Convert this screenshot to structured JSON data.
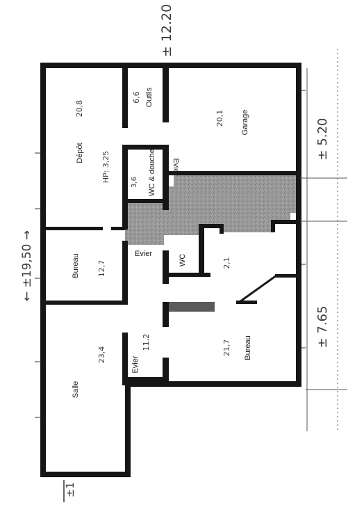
{
  "dimensions": {
    "overall_length": "← ±19,50 →",
    "top_width": "± 12.20",
    "right_upper": "± 5.20",
    "right_lower": "± 7.65",
    "left_small": "±1"
  },
  "rooms": {
    "depot": {
      "name": "Dépôt",
      "area": "20,8",
      "note": "HP: 3,25"
    },
    "outils": {
      "name": "Outils",
      "area": "6,6"
    },
    "garage": {
      "name": "Garage",
      "area": "20,1"
    },
    "wc_douche": {
      "name": "WC & douche",
      "area": "3,6"
    },
    "evier_top": {
      "name": "Evier"
    },
    "bureau_left": {
      "name": "Bureau",
      "area": "12,7"
    },
    "evier_mid": {
      "name": "Evier"
    },
    "wc": {
      "name": "WC"
    },
    "hall_area": {
      "area": "2,1"
    },
    "salle": {
      "name": "Salle",
      "area": "23,4"
    },
    "evier_bottom": {
      "name": "Evier"
    },
    "corridor_area": {
      "area": "11,2"
    },
    "bureau_right": {
      "name": "Bureau",
      "area": "21,7"
    }
  },
  "colors": {
    "wall": "#161616",
    "shaded_zone": "#9a9a9a",
    "paper": "#ffffff"
  }
}
